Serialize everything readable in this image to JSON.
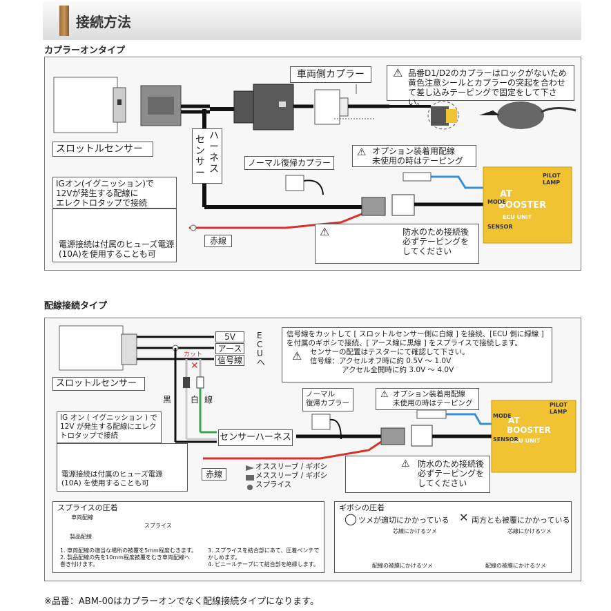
{
  "header": {
    "title": "接続方法"
  },
  "section1": {
    "title": "カプラーオンタイプ",
    "vehicle_coupler": "車両側カプラー",
    "note_lines": [
      "品番D1/D2のカプラーはロックがないため",
      "黄色注意シールとカプラーの突起を合わせ",
      "て差し込みテーピングで固定をして下さい。"
    ],
    "sensor": "スロットルセンサー",
    "harness": [
      "ハ",
      "ー",
      "ネ",
      "ス"
    ],
    "harness2": [
      "セ",
      "ン",
      "サ",
      "ー"
    ],
    "normal_coupler": "ノーマル復帰カプラー",
    "option_lines": [
      "オプション装着用配線",
      "未使用の時はテーピング"
    ],
    "ig_lines": [
      "IGオン(イグニッション)で",
      "12Vが発生する配線に",
      "エレクトロタップで接続"
    ],
    "fuse_lines": [
      "電源接続は付属のヒューズ電源",
      "(10A)を使用することも可"
    ],
    "red_wire": "赤線",
    "waterproof_lines": [
      "防水のため接続後",
      "必ずテーピングを",
      "してください"
    ]
  },
  "section2": {
    "title": "配線接続タイプ",
    "wire_5v": "5V",
    "wire_earth": "アース",
    "wire_signal": "信号線",
    "ecu_lines": [
      "E",
      "C",
      "U",
      "へ"
    ],
    "cut": "カット",
    "info_lines": [
      "信号線をカットして [ スロットルセンサー側に白線 ] を接続、[ECU 側に緑線 ]",
      "を付属のギボシで接続、[ アース線に黒線 ] をスプライスで接続します。"
    ],
    "check_lines": [
      "センサーの配置はテスターにて確認して下さい。",
      "信号線：アクセルオフ時に約 0.5V ～ 1.0V",
      "アクセル全開時に約 3.0V ～ 4.0V"
    ],
    "sensor": "スロットルセンサー",
    "black": "黒",
    "white": "白",
    "green": "線",
    "normal_lines": [
      "ノーマル",
      "復帰カプラー"
    ],
    "option_lines": [
      "オプション装着用配線",
      "未使用の時はテーピング"
    ],
    "ig_lines": [
      "IG オン ( イグニッション ) で",
      "12V が発生する配線にエレク",
      "トロタップで接続"
    ],
    "sensor_harness": "センサーハーネス",
    "fuse_lines": [
      "電源接続は付属のヒューズ電源",
      "(10A) を使用することも可"
    ],
    "red_wire": "赤線",
    "legend": [
      "オススリーブ / ギボシ",
      "メススリーブ / ギボシ",
      "スプライス"
    ],
    "waterproof_lines": [
      "防水のため接続後",
      "必ずテーピングを",
      "してください"
    ]
  },
  "splice": {
    "title": "スプライスの圧着",
    "vehicle": "車両配線",
    "splice_label": "スプライス",
    "product": "製品配線",
    "steps_left": [
      "1. 車両配線の適当な場所の被覆を5mm程度むきます。",
      "2. 製品配線の先を10mm程度被覆をむき車両配線へ",
      "巻き付けます。"
    ],
    "steps_right": [
      "3. スプライスを結合部にあて、圧着ペンチで",
      "かしめます。",
      "4. ビニールテープにて結合部を絶縁します。"
    ]
  },
  "giboshi": {
    "title": "ギボシの圧着",
    "good": "ツメが適切にかかっている",
    "bad": "両方とも被覆にかかっている",
    "core_claw": "芯線にかけるツメ",
    "cover_claw": "配線の被膜にかけるツメ"
  },
  "device": {
    "brand_lines": [
      "AT",
      "BOOSTER"
    ],
    "sub": "ECU UNIT",
    "top": "PILOT LAMP",
    "mode": "MODE",
    "sensor": "SENSOR"
  },
  "footer": {
    "note": "※品番：ABM-00はカプラーオンでなく配線接続タイプになります。"
  },
  "colors": {
    "yellow": "#f1c232",
    "red": "#d9302a",
    "blue": "#3a8fd0",
    "green": "#3aa64a",
    "wire": "#111111"
  }
}
